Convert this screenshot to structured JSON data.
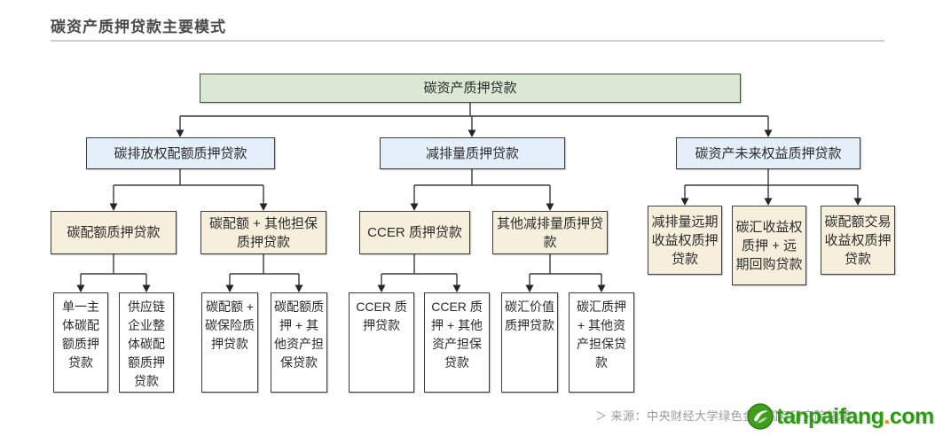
{
  "page": {
    "title": "碳资产质押贷款主要模式"
  },
  "tree": {
    "root": {
      "label": "碳资产质押贷款"
    },
    "level2": [
      {
        "label": "碳排放权配额质押贷款"
      },
      {
        "label": "减排量质押贷款"
      },
      {
        "label": "碳资产未来权益质押贷款"
      }
    ],
    "level3": [
      {
        "label": "碳配额质押贷款"
      },
      {
        "label": "碳配额 + 其他担保质押贷款"
      },
      {
        "label": "CCER 质押贷款"
      },
      {
        "label": "其他减排量质押贷款"
      },
      {
        "label": "减排量远期收益权质押贷款"
      },
      {
        "label": "碳汇收益权质押 + 远期回购贷款"
      },
      {
        "label": "碳配额交易收益权质押贷款"
      }
    ],
    "level4": [
      {
        "label": "单一主体碳配额质押贷款"
      },
      {
        "label": "供应链企业整体碳配额质押贷款"
      },
      {
        "label": "碳配额 + 碳保险质押贷款"
      },
      {
        "label": "碳配额质押 + 其他资产担保贷款"
      },
      {
        "label": "CCER 质押贷款"
      },
      {
        "label": "CCER 质押 + 其他资产担保贷款"
      },
      {
        "label": "碳汇价值质押贷款"
      },
      {
        "label": "碳汇质押 + 其他资产担保贷款"
      }
    ]
  },
  "footer": {
    "source": "＞ 来源：中央财经大学绿色金融国际研究院整理",
    "watermark_name": "tanpaifang",
    "watermark_dot": ".",
    "watermark_tld": "com"
  },
  "colors": {
    "root_fill": "#dbe8d3",
    "level2_fill": "#e5effa",
    "level3_fill": "#f6efdb",
    "level4_fill": "#ffffff",
    "line": "#3a3a3a",
    "watermark_green": "#2d9c12"
  }
}
